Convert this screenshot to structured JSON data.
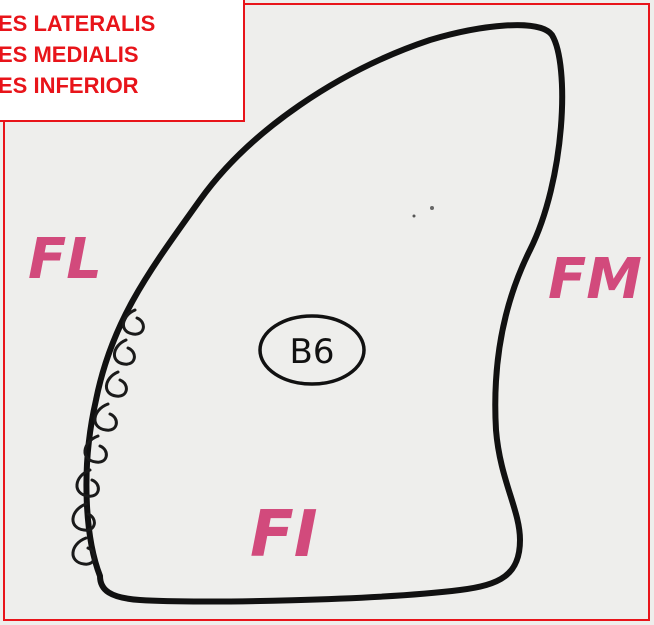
{
  "legend": {
    "lines": [
      "ES LATERALIS",
      "ES MEDIALIS",
      "ES INFERIOR"
    ],
    "color": "#e8141a"
  },
  "labels": {
    "fl": "FL",
    "fm": "FM",
    "fi": "FI",
    "b6": "B6"
  },
  "colors": {
    "ink": "#111111",
    "marker": "#d24a7c",
    "frame": "#e8141a",
    "paper": "#eeeeec"
  }
}
